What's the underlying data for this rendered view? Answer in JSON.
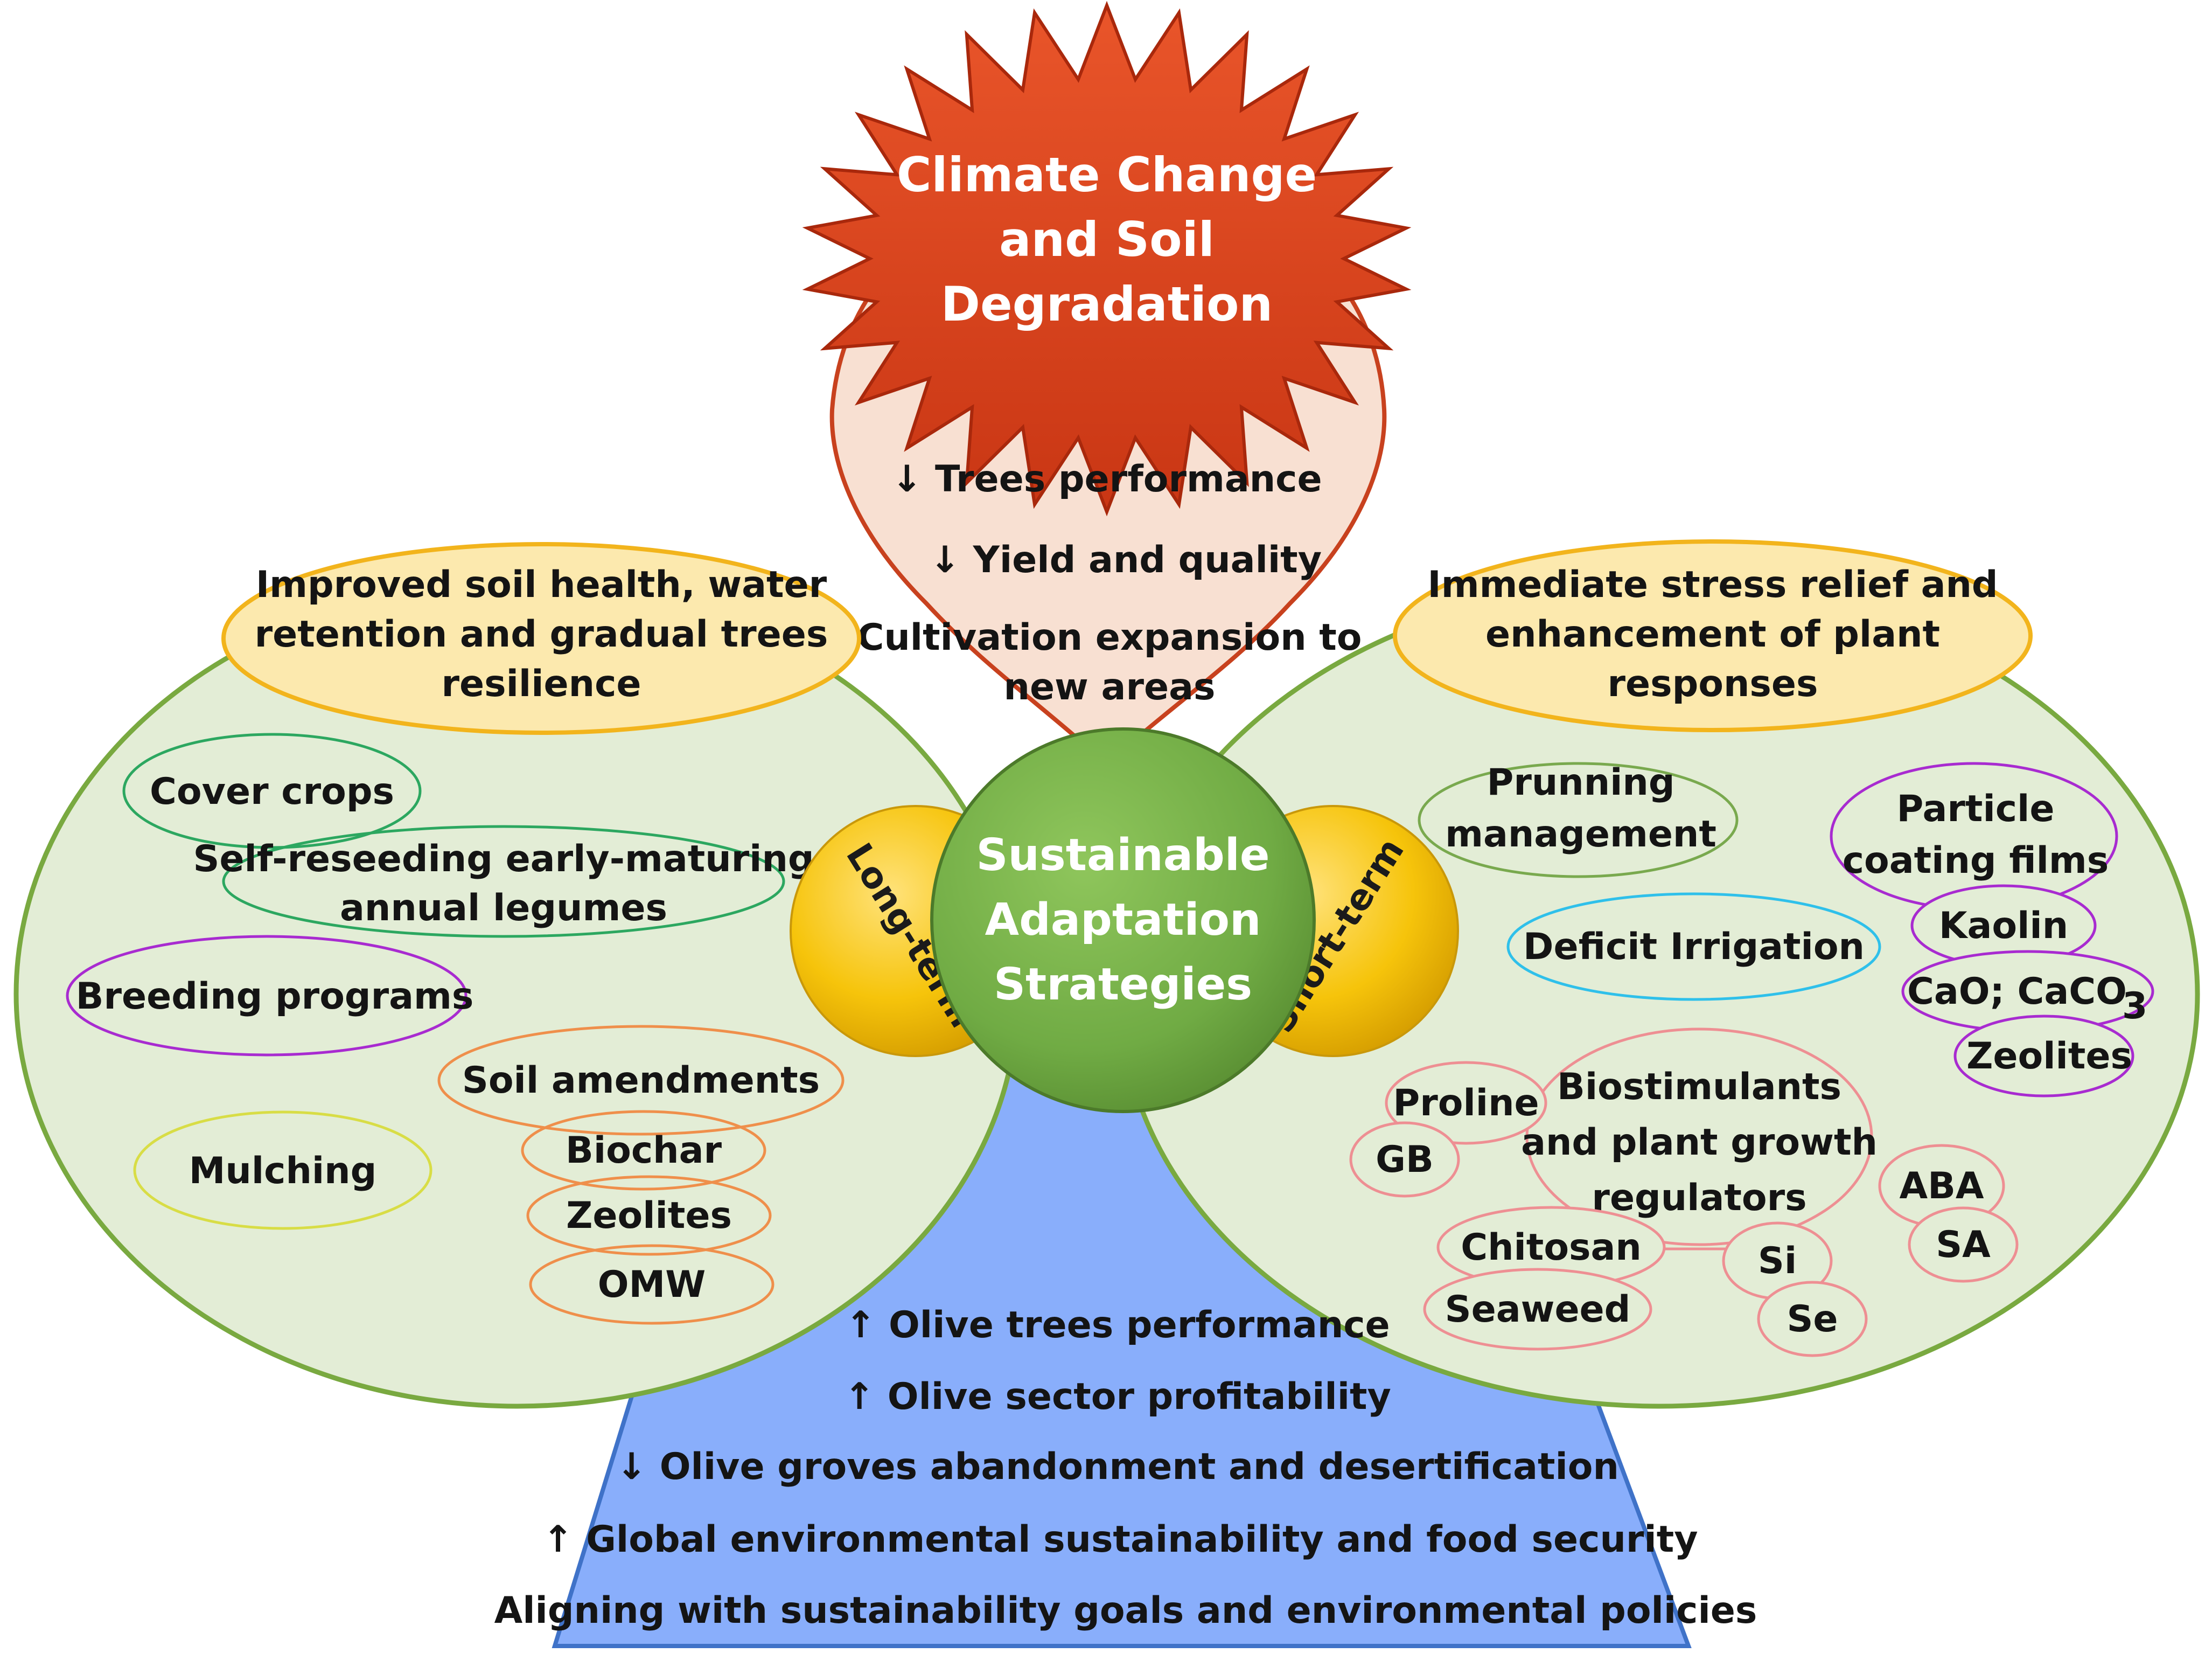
{
  "colors": {
    "starburst": "#d9421c",
    "drop_fill": "#f8e0d2",
    "drop_stroke": "#c8411e",
    "side_fill": "#e3edd6",
    "side_stroke": "#79a940",
    "outcome_oval_fill": "#fce9ae",
    "outcome_oval_stroke": "#f2b41c",
    "term_circle": "#f6c40b",
    "center_circle": "#72ad46",
    "triangle_fill": "#89aefb",
    "triangle_stroke": "#3f72c8",
    "green_outline": "#2ca760",
    "purple_outline": "#a82bd0",
    "orange_outline": "#ef8f4b",
    "olive_outline": "#d8dd46",
    "pink_outline": "#ee8f93",
    "sage_outline": "#79a94e",
    "cyan_outline": "#2fc0ea"
  },
  "top": {
    "title_lines": [
      "Climate Change",
      "and Soil",
      "Degradation"
    ],
    "impacts": [
      "↓ Trees performance",
      "↓ Yield and quality",
      "Cultivation expansion to",
      "new areas"
    ]
  },
  "center": {
    "lines": [
      "Sustainable",
      "Adaptation",
      "Strategies"
    ],
    "long_term": "Long-term",
    "short_term": "Short-term"
  },
  "left": {
    "outcome": [
      "Improved soil health, water",
      "retention and gradual trees",
      "resilience"
    ],
    "cover_crops": "Cover crops",
    "legumes": [
      "Self-reseeding early-maturing",
      "annual legumes"
    ],
    "breeding": "Breeding programs",
    "soil_amendments": "Soil amendments",
    "biochar": "Biochar",
    "zeolites": "Zeolites",
    "omw": "OMW",
    "mulching": "Mulching"
  },
  "right": {
    "outcome": [
      "Immediate stress relief and",
      "enhancement of plant",
      "responses"
    ],
    "pruning": [
      "Prunning",
      "management"
    ],
    "deficit_irrigation": "Deficit Irrigation",
    "particle_films": [
      "Particle",
      "coating films"
    ],
    "kaolin": "Kaolin",
    "cao": "CaO; CaCO",
    "cao_sub": "3",
    "zeolites": "Zeolites",
    "biostimulants": [
      "Biostimulants",
      "and plant growth",
      "regulators"
    ],
    "proline": "Proline",
    "gb": "GB",
    "aba": "ABA",
    "sa": "SA",
    "chitosan": "Chitosan",
    "seaweed": "Seaweed",
    "si": "Si",
    "se": "Se"
  },
  "bottom": {
    "benefits": [
      "↑ Olive trees performance",
      "↑ Olive sector profitability",
      "↓ Olive groves abandonment and desertification",
      "↑ Global environmental  sustainability and food security",
      "Aligning with sustainability goals and environmental policies"
    ]
  }
}
